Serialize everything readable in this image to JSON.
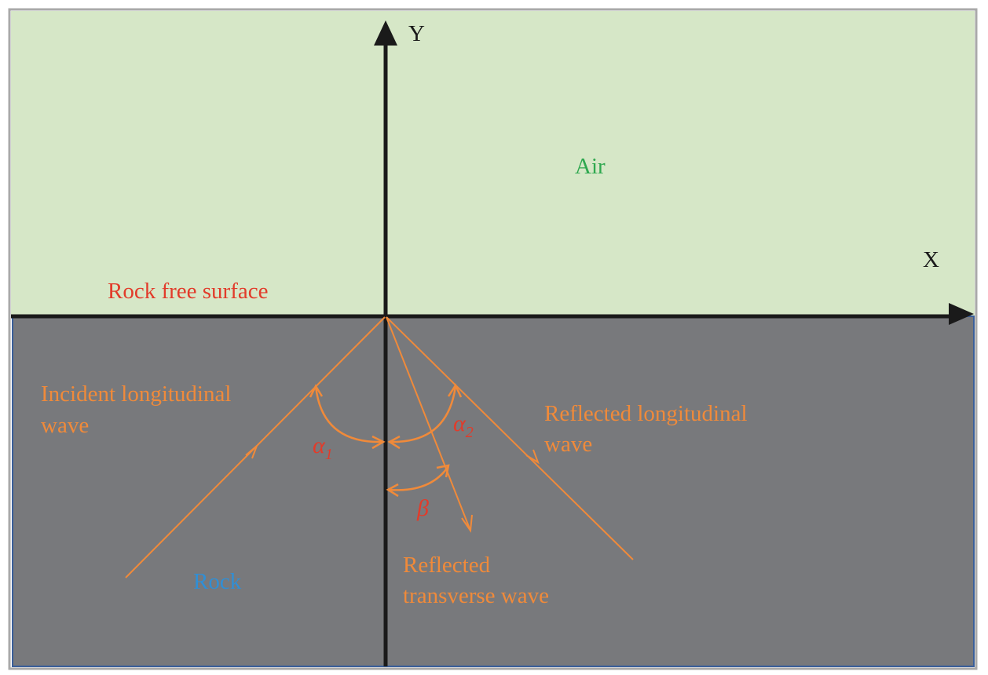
{
  "labels": {
    "y_axis": "Y",
    "x_axis": "X",
    "air": "Air",
    "rock_free_surface": "Rock free surface",
    "rock": "Rock",
    "incident_wave_line1": "Incident longitudinal",
    "incident_wave_line2": "wave",
    "reflected_long_line1": "Reflected longitudinal",
    "reflected_long_line2": "wave",
    "reflected_trans_line1": "Reflected",
    "reflected_trans_line2": "transverse wave",
    "alpha1_symbol": "α",
    "alpha1_sub": "1",
    "alpha2_symbol": "α",
    "alpha2_sub": "2",
    "beta_symbol": "β"
  },
  "colors": {
    "air": "#d6e7c7",
    "rock": "#78797c",
    "ray": "#f08a3a",
    "surface_label": "#e23b2a",
    "angle_label": "#e23b2a",
    "air_label": "#2fa84f",
    "rock_label": "#2f8fd6",
    "axis": "#1a1a1a",
    "frame": "#a9a9a9",
    "rock_border": "#3a5f9a"
  }
}
